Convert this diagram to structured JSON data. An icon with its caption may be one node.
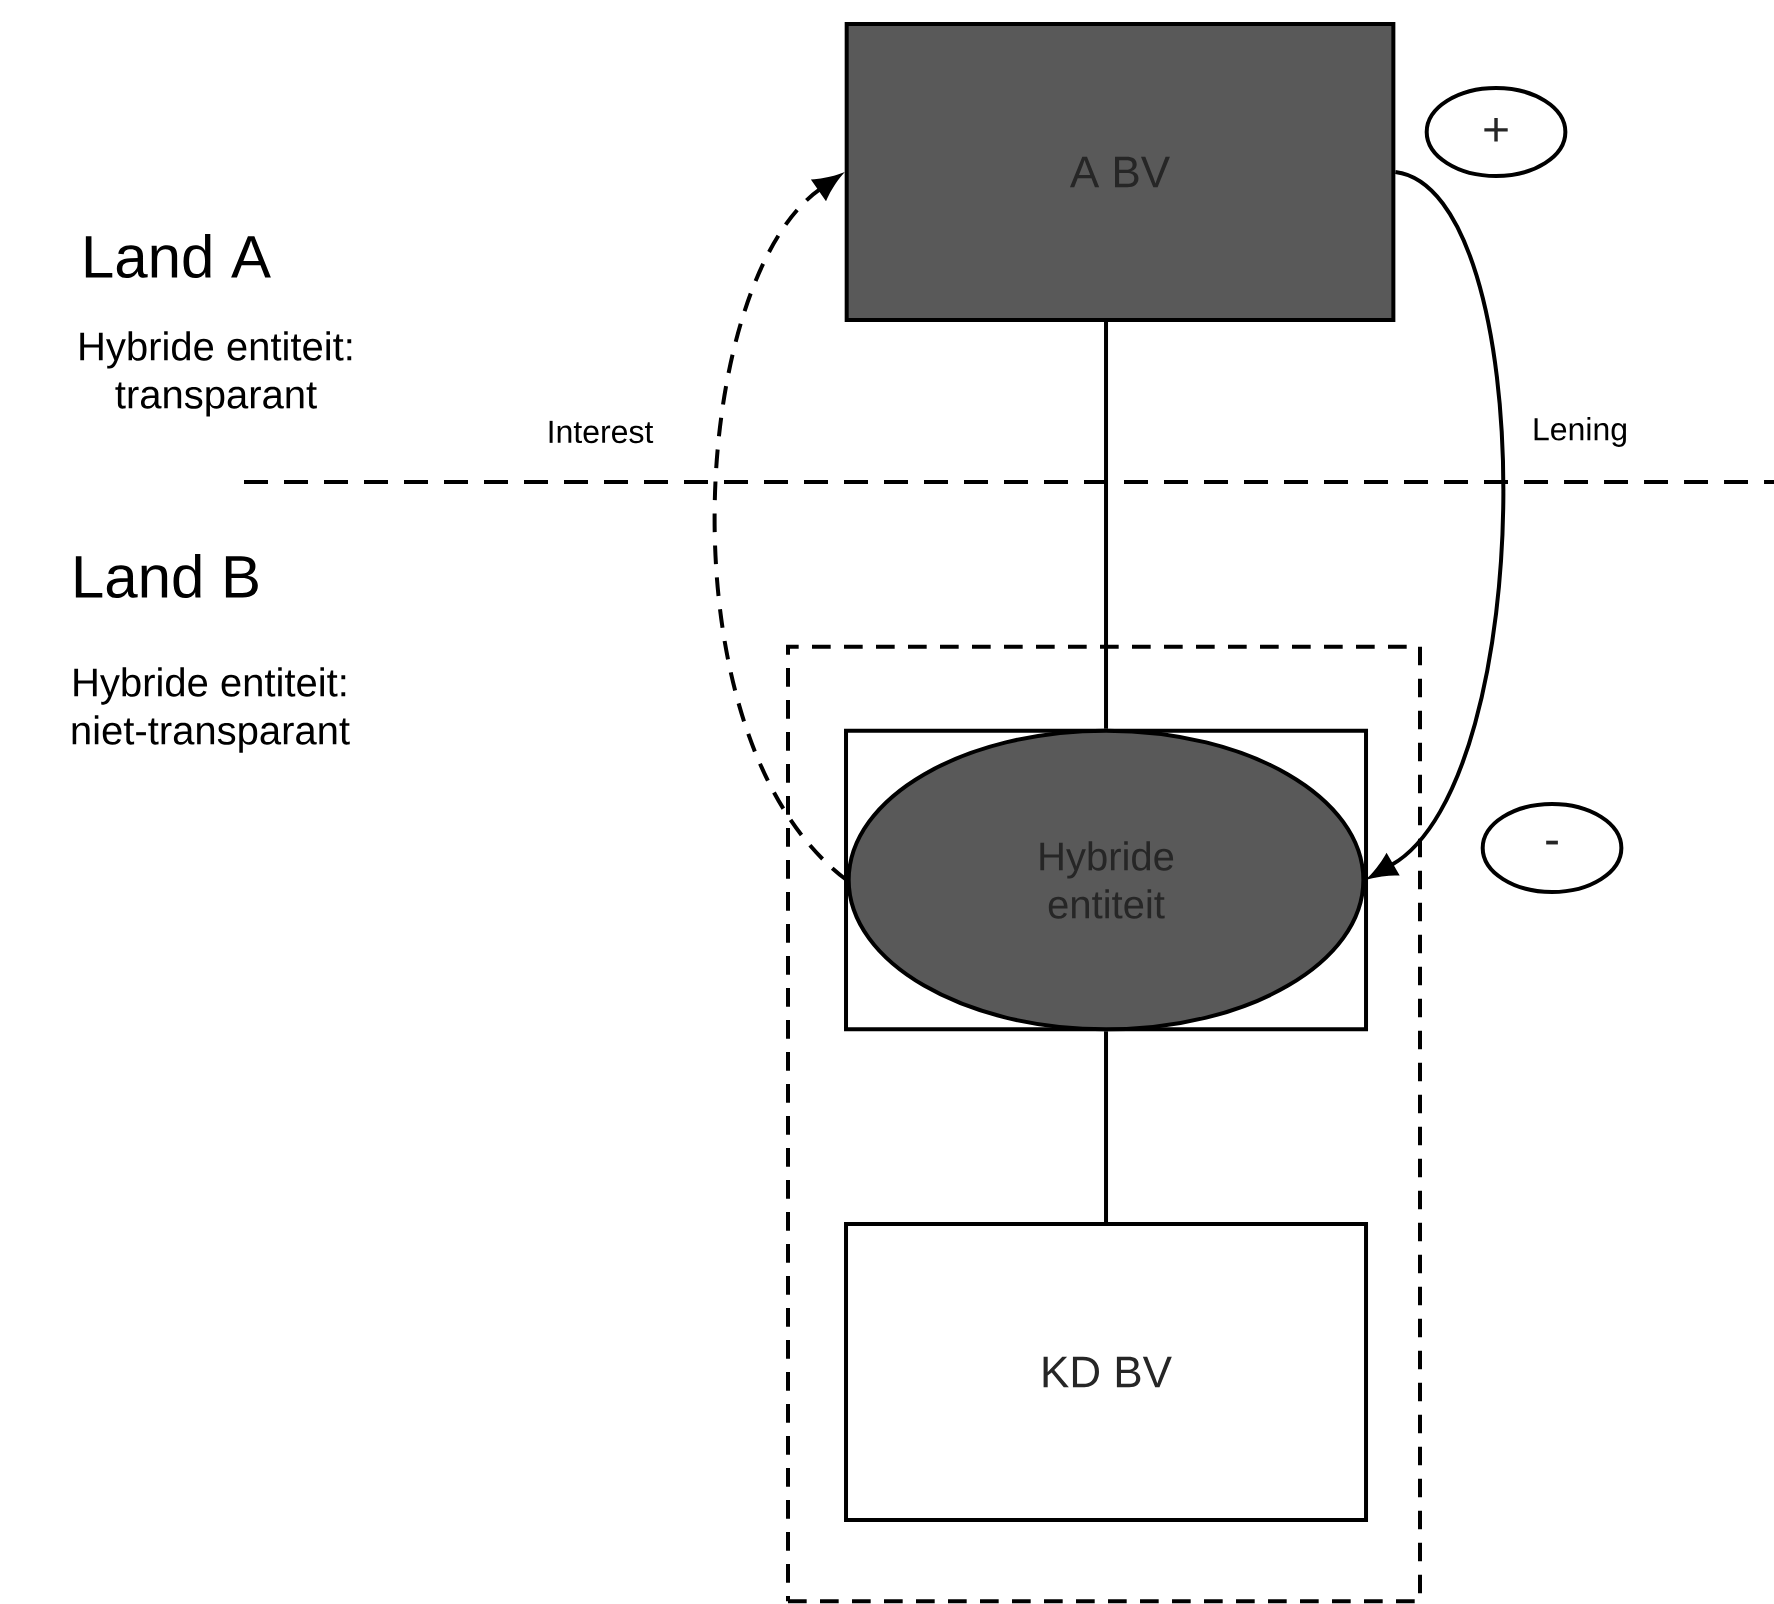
{
  "diagram": {
    "nodes": [
      {
        "text": [
          "A BV"
        ]
      },
      {
        "text": [],
        "shape": "box"
      },
      {
        "text": [],
        "shape": "box",
        "in": 1
      },
      {
        "text": [
          "Hybride entiteit"
        ],
        "in": 2
      },
      {
        "text": [
          "KD BV"
        ],
        "in": 1
      },
      {
        "text": [
          "+"
        ]
      },
      {
        "text": [
          "-"
        ]
      }
    ],
    "edges": [
      {
        "from": 0,
        "to": 3,
        "arrow": "none"
      },
      {
        "from": 3,
        "to": 4,
        "arrow": "none"
      },
      {
        "from": 3,
        "to": 0,
        "arrow": "to",
        "style": "dashed",
        "label": "Interest"
      },
      {
        "from": 0,
        "to": 3,
        "arrow": "to",
        "label": "Lening"
      }
    ],
    "labels": [
      "Land A",
      "Hybride entiteit: transparant",
      "Land B",
      "Hybride entiteit: niet-transparant"
    ]
  }
}
